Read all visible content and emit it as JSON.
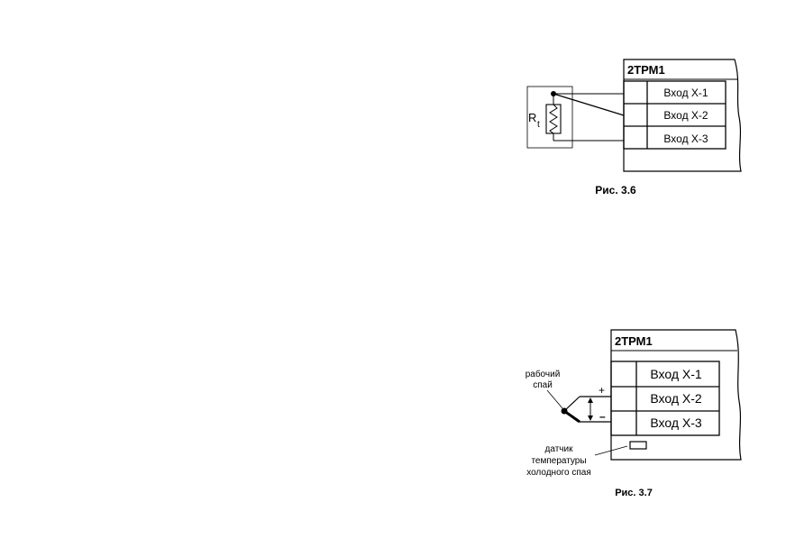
{
  "figure1": {
    "device_title": "2ТРМ1",
    "inputs": [
      "Вход Х-1",
      "Вход Х-2",
      "Вход Х-3"
    ],
    "sensor_label": "R",
    "sensor_subscript": "t",
    "caption": "Рис. 3.6"
  },
  "figure2": {
    "device_title": "2ТРМ1",
    "inputs": [
      "Вход Х-1",
      "Вход Х-2",
      "Вход Х-3"
    ],
    "junction_label_line1": "рабочий",
    "junction_label_line2": "спай",
    "plus_sign": "+",
    "minus_sign": "–",
    "cj_label_line1": "датчик",
    "cj_label_line2": "температуры",
    "cj_label_line3": "холодного спая",
    "caption": "Рис. 3.7"
  }
}
